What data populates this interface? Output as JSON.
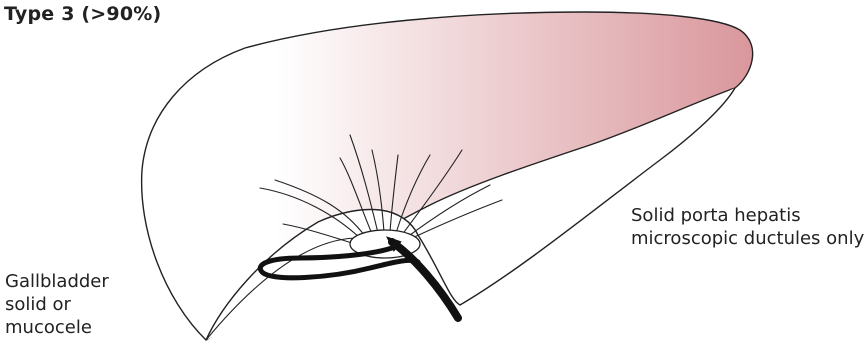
{
  "title": "Type 3 (>90%)",
  "labels": {
    "porta_hepatis": {
      "line1": "Solid porta hepatis",
      "line2": "microscopic ductules only"
    },
    "gallbladder": {
      "line1": "Gallbladder",
      "line2": "solid or",
      "line3": "mucocele"
    }
  },
  "colors": {
    "liver_fill_light": "#ffffff",
    "liver_fill_dark": "#d9979c",
    "outline": "#222222",
    "duct": "#111111"
  }
}
